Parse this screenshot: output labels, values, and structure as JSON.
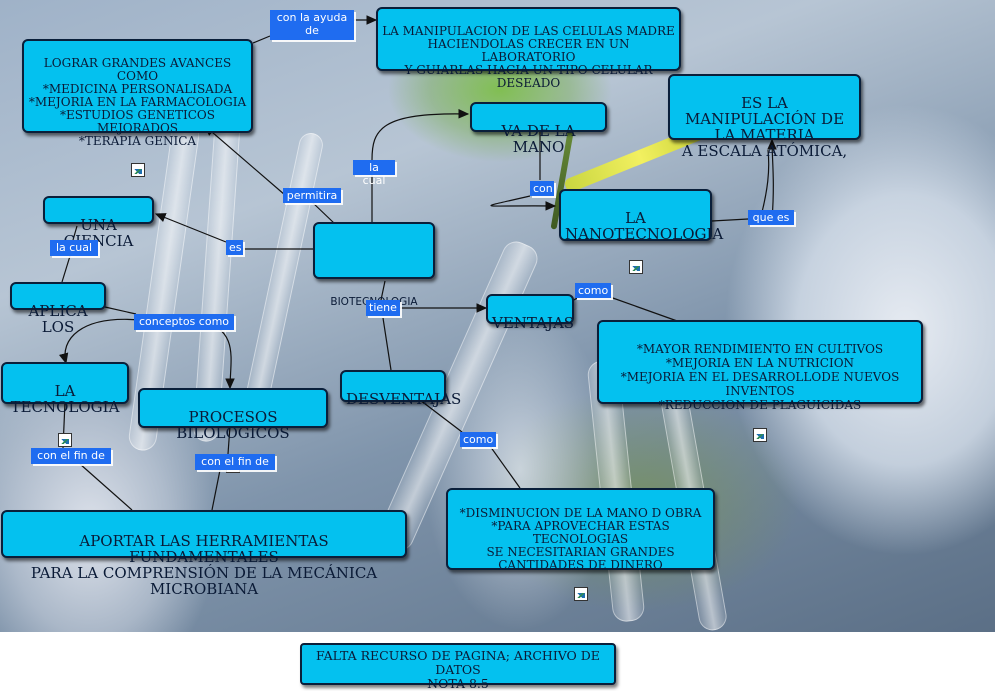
{
  "nodes": {
    "biotecnologia": "BIOTECNOLOGIA",
    "una_ciencia": "UNA CIENCIA",
    "aplica_los": "APLICA LOS",
    "la_tecnologia": "LA TECNOLOGIA",
    "procesos": "PROCESOS BILOLOGICOS",
    "aportar": "APORTAR LAS HERRAMIENTAS FUNDAMENTALES\nPARA LA COMPRENSIÓN DE LA MECÁNICA MICROBIANA",
    "lograr": "LOGRAR GRANDES AVANCES COMO\n*MEDICINA PERSONALISADA\n*MEJORIA EN LA FARMACOLOGIA\n*ESTUDIOS GENETICOS MEJORADOS\n*TERAPIA GENICA",
    "manipulacion_celulas": "LA MANIPULACION DE LAS CELULAS MADRE\nHACIENDOLAS CRECER EN UN LABORATORIO\nY GUIARLAS HACIA UN TIPO CELULAR DESEADO",
    "va_de_la_mano": "VA DE LA MANO",
    "nanotecnologia": "LA\nNANOTECNOLOGIA",
    "manipulacion_materia": "ES LA MANIPULACIÓN DE\nLA MATERIA\nA ESCALA ATÓMICA,",
    "ventajas": "VENTAJAS",
    "ventajas_lista": "*MAYOR RENDIMIENTO EN CULTIVOS\n*MEJORIA EN LA NUTRICION\n*MEJORIA EN EL DESARROLLODE NUEVOS INVENTOS\n*REDUCCION DE PLAGUICIDAS",
    "desventajas": "DESVENTAJAS",
    "desventajas_lista": "*DISMINUCION DE LA MANO D OBRA\n*PARA APROVECHAR ESTAS TECNOLOGIAS\nSE NECESITARIAN GRANDES\nCANTIDADES DE DINERO"
  },
  "links": {
    "con_la_ayuda_de": "con la ayuda\nde",
    "permitira": "permitira",
    "la_cual_top": "la cual",
    "con": "con",
    "es": "es",
    "la_cual_left": "la cual",
    "conceptos_como": "conceptos como",
    "tiene": "tiene",
    "como_ventajas": "como",
    "que_es": "que es",
    "con_el_fin_de_1": "con el fin de",
    "con_el_fin_de_2": "con el fin de",
    "como_desventajas": "como"
  },
  "footer": "FALTA RECURSO DE PAGINA; ARCHIVO DE DATOS\nNOTA 8.5",
  "colors": {
    "node_fill": "#04c1ef",
    "node_border": "#0a1f3a",
    "link_label_bg": "#1f6cf0",
    "line": "#111111"
  },
  "icons": {
    "node_resource": "image-icon"
  }
}
